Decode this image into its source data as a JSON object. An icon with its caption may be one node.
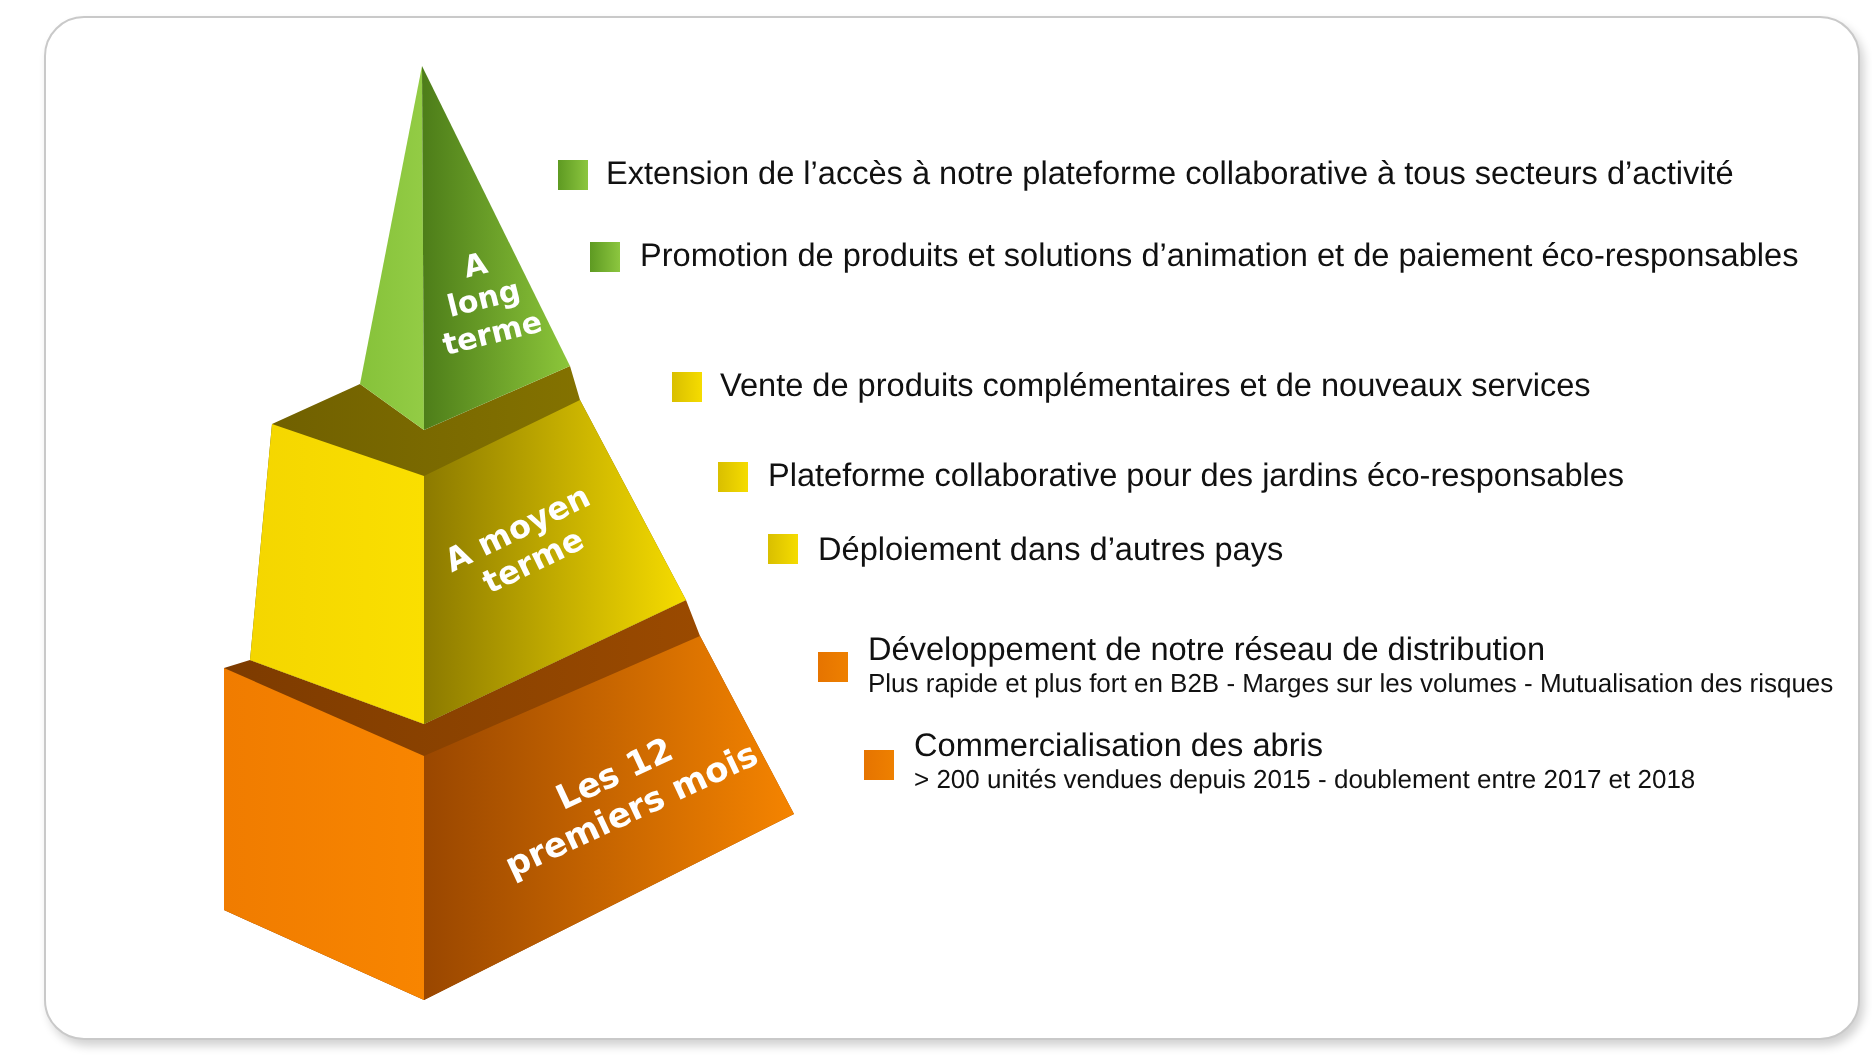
{
  "diagram": {
    "nodes": [
      {
        "text": [
          "A long terme"
        ],
        "beside": [
          "Extension de l’accès à notre plateforme collaborative à tous secteurs d’activité",
          "Promotion de produits et solutions d’animation et de paiement éco-responsables"
        ]
      },
      {
        "text": [
          "A moyen terme"
        ],
        "beside": [
          "Vente de produits complémentaires et de nouveaux services",
          "Plateforme collaborative pour des jardins éco-responsables",
          "Déploiement dans d’autres pays"
        ]
      },
      {
        "text": [
          "Les 12 premiers mois"
        ],
        "beside": [
          "Développement de notre réseau de distribution",
          "Plus rapide et plus fort en B2B - Marges sur les volumes - Mutualisation des risques",
          "Commercialisation des abris",
          "> 200 unités vendues depuis 2015 - doublement entre 2017 et 2018"
        ]
      }
    ]
  }
}
